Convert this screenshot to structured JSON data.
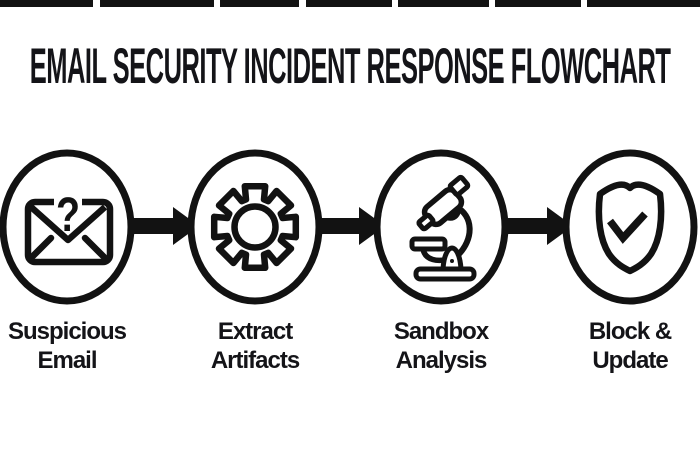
{
  "title": "EMAIL SECURITY INCIDENT RESPONSE FLOWCHART",
  "steps": [
    {
      "id": "suspicious-email",
      "icon": "envelope-question-icon",
      "icon_glyph": "?",
      "label_line1": "Suspicious",
      "label_line2": "Email"
    },
    {
      "id": "extract-artifacts",
      "icon": "gear-icon",
      "label_line1": "Extract",
      "label_line2": "Artifacts"
    },
    {
      "id": "sandbox-analysis",
      "icon": "microscope-icon",
      "label_line1": "Sandbox",
      "label_line2": "Analysis"
    },
    {
      "id": "block-update",
      "icon": "shield-check-icon",
      "label_line1": "Block &",
      "label_line2": "Update"
    }
  ],
  "flow": {
    "direction": "left-to-right",
    "arrow_count": 3
  },
  "colors": {
    "ink": "#121212",
    "background": "#ffffff"
  }
}
